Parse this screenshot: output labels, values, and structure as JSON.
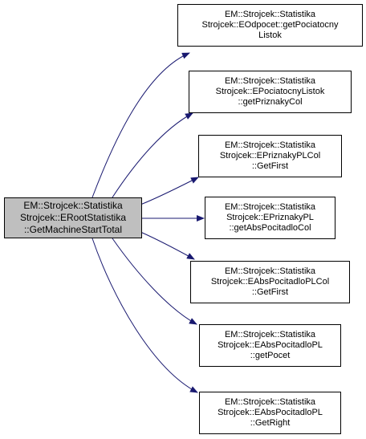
{
  "source": {
    "lines": [
      "EM::Strojcek::Statistika",
      "Strojcek::ERootStatistika",
      "::GetMachineStartTotal"
    ]
  },
  "targets": [
    {
      "lines": [
        "EM::Strojcek::Statistika",
        "Strojcek::EOdpocet::getPociatocny",
        "Listok"
      ]
    },
    {
      "lines": [
        "EM::Strojcek::Statistika",
        "Strojcek::EPociatocnyListok",
        "::getPriznakyCol"
      ]
    },
    {
      "lines": [
        "EM::Strojcek::Statistika",
        "Strojcek::EPriznakyPLCol",
        "::GetFirst"
      ]
    },
    {
      "lines": [
        "EM::Strojcek::Statistika",
        "Strojcek::EPriznakyPL",
        "::getAbsPocitadloCol"
      ]
    },
    {
      "lines": [
        "EM::Strojcek::Statistika",
        "Strojcek::EAbsPocitadloPLCol",
        "::GetFirst"
      ]
    },
    {
      "lines": [
        "EM::Strojcek::Statistika",
        "Strojcek::EAbsPocitadloPL",
        "::getPocet"
      ]
    },
    {
      "lines": [
        "EM::Strojcek::Statistika",
        "Strojcek::EAbsPocitadloPL",
        "::GetRight"
      ]
    }
  ],
  "edge_color": "#191970"
}
